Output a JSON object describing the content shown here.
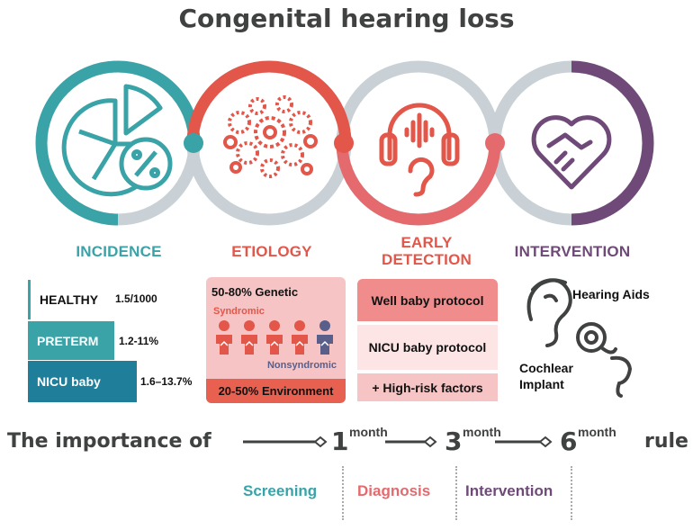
{
  "title": "Congenital hearing loss",
  "colors": {
    "teal": "#3aa3a8",
    "red": "#e3564a",
    "coral": "#e46a6e",
    "purple": "#6f4a78",
    "grey": "#c9d1d6",
    "pink": "#f6c4c4",
    "dark": "#3f4240"
  },
  "stages": [
    {
      "label": "INCIDENCE",
      "icon": "pie-chart-percent-icon"
    },
    {
      "label": "ETIOLOGY",
      "icon": "gears-icon"
    },
    {
      "label": "EARLY\nDETECTION",
      "icon": "headphones-ear-icon"
    },
    {
      "label": "INTERVENTION",
      "icon": "handshake-heart-icon"
    }
  ],
  "incidence": [
    {
      "label": "HEALTHY",
      "value": "1.5/1000"
    },
    {
      "label": "PRETERM",
      "value": "1.2-11%"
    },
    {
      "label": "NICU baby",
      "value": "1.6–13.7%"
    }
  ],
  "etiology": {
    "genetic": "50-80% Genetic",
    "syndromic": "Syndromic",
    "nonsyndromic": "Nonsyndromic",
    "environment": "20-50% Environment"
  },
  "detection": [
    "Well baby protocol",
    "NICU baby protocol",
    "+ High-risk factors"
  ],
  "intervention": {
    "hearing_aids": "Hearing Aids",
    "cochlear_implant": "Cochlear\nImplant"
  },
  "rule": {
    "prefix": "The importance of",
    "suffix": "rule",
    "numbers": [
      "1",
      "3",
      "6"
    ],
    "unit": "month"
  },
  "steps": [
    "Screening",
    "Diagnosis",
    "Intervention"
  ]
}
